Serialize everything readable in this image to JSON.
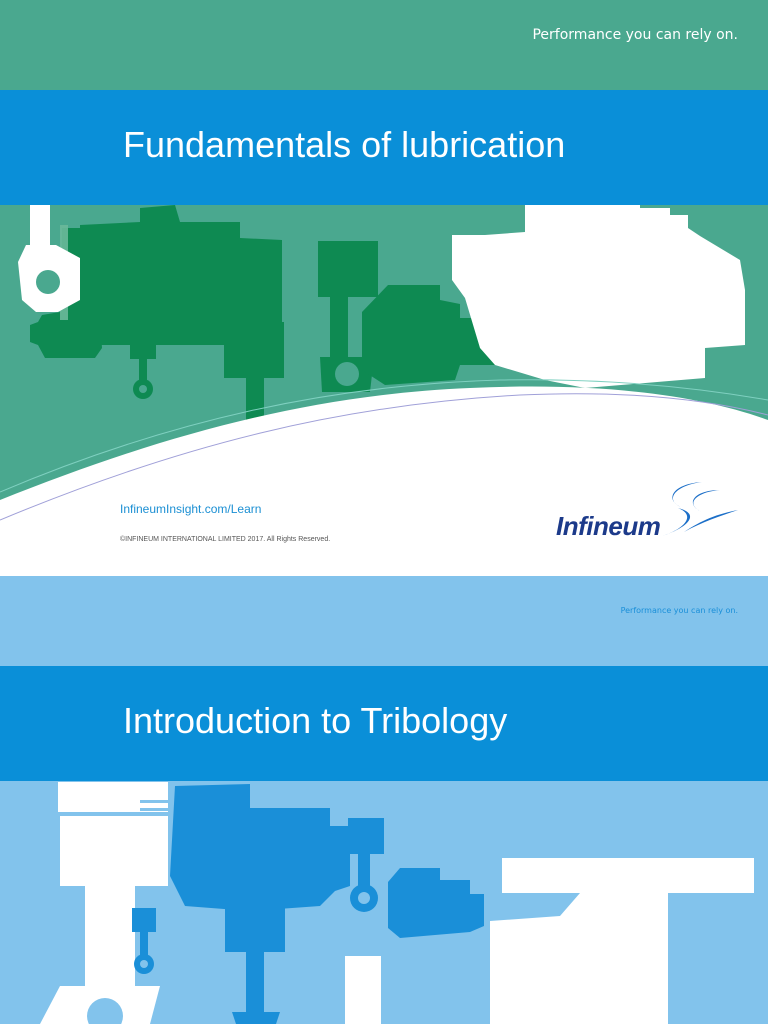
{
  "slides": [
    {
      "tagline": "Performance you can rely on.",
      "title": "Fundamentals of lubrication",
      "link": "InfineumInsight.com/Learn",
      "copyright": "©INFINEUM INTERNATIONAL LIMITED 2017. All Rights Reserved.",
      "logo_text": "Infineum"
    },
    {
      "tagline": "Performance you can rely on.",
      "title": "Introduction to Tribology"
    }
  ],
  "colors": {
    "slide1_bg": "#4aa88f",
    "slide2_bg": "#82c3ec",
    "title_band": "#0a8fd8",
    "engine_green": "#0e8a52",
    "engine_blue": "#1a8fd8",
    "logo_navy": "#1c3a8a"
  }
}
